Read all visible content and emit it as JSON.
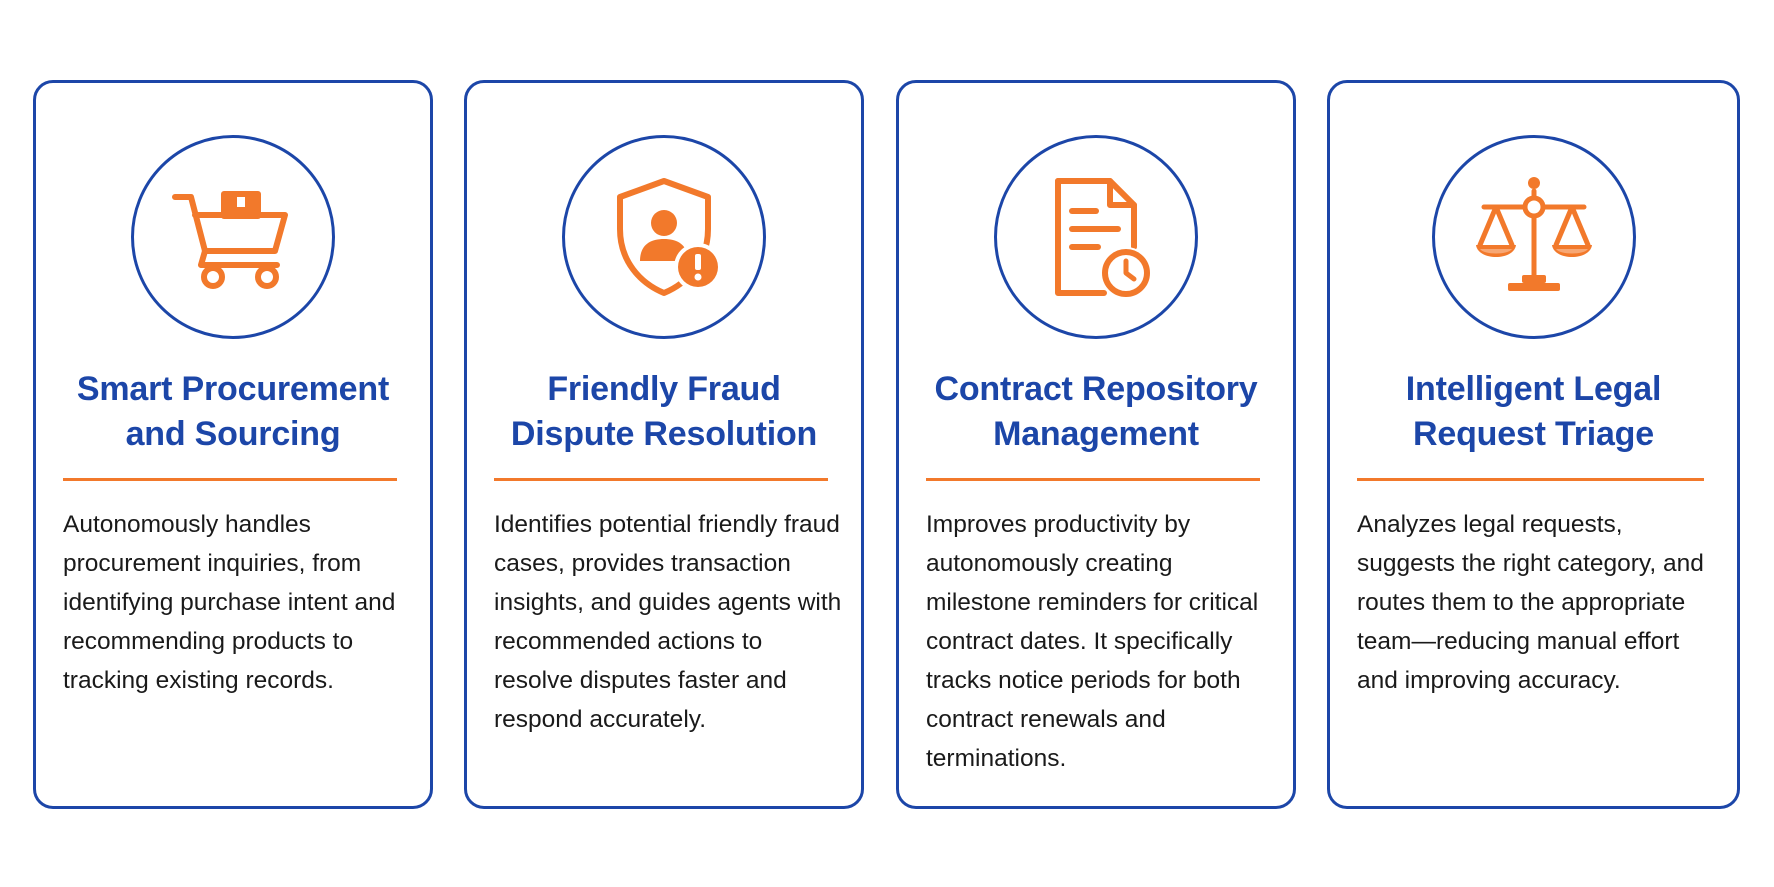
{
  "colors": {
    "card_border": "#1c46a8",
    "title": "#1c46a8",
    "accent": "#f2792b",
    "body_text": "#1a1a1a"
  },
  "cards": [
    {
      "icon": "shopping-cart-icon",
      "title": "Smart Procurement\nand Sourcing",
      "description": "Autonomously handles procurement inquiries, from identifying purchase intent and recommending products to tracking existing records."
    },
    {
      "icon": "shield-user-alert-icon",
      "title": "Friendly Fraud\nDispute Resolution",
      "description": "Identifies potential friendly fraud cases, provides transaction insights, and guides agents with recommended actions to resolve disputes faster and respond accurately."
    },
    {
      "icon": "document-clock-icon",
      "title": "Contract Repository\nManagement",
      "description": "Improves productivity by autonomously creating milestone reminders for critical contract dates. It specifically tracks notice periods for both contract renewals and terminations."
    },
    {
      "icon": "scales-of-justice-icon",
      "title": "Intelligent Legal\nRequest Triage",
      "description": "Analyzes legal requests, suggests the right category, and routes them to the appropriate team—reducing manual effort and improving accuracy."
    }
  ]
}
